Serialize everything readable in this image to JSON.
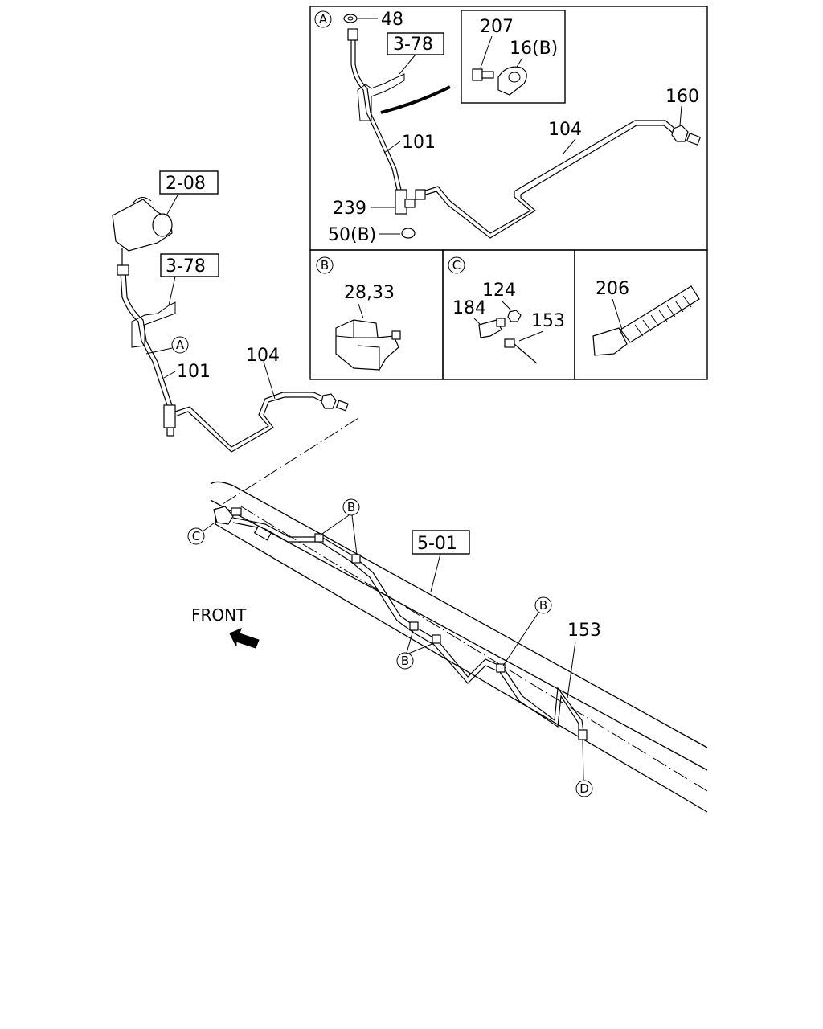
{
  "panel_A": {
    "marker": "A",
    "labels": {
      "p48": "48",
      "ref_3_78": "3-78",
      "p207": "207",
      "p16b": "16(B)",
      "p160": "160",
      "p104": "104",
      "p101": "101",
      "p239": "239",
      "p50b": "50(B)"
    }
  },
  "panel_B": {
    "marker": "B",
    "labels": {
      "p28_33": "28,33"
    }
  },
  "panel_C": {
    "marker": "C",
    "labels": {
      "p124": "124",
      "p184": "184",
      "p153": "153"
    }
  },
  "panel_D": {
    "labels": {
      "p206": "206"
    }
  },
  "main": {
    "ref_2_08": "2-08",
    "ref_3_78": "3-78",
    "ref_5_01": "5-01",
    "p101": "101",
    "p104": "104",
    "p153": "153",
    "front": "FRONT",
    "markers": {
      "A": "A",
      "B": "B",
      "C": "C",
      "D": "D"
    }
  }
}
